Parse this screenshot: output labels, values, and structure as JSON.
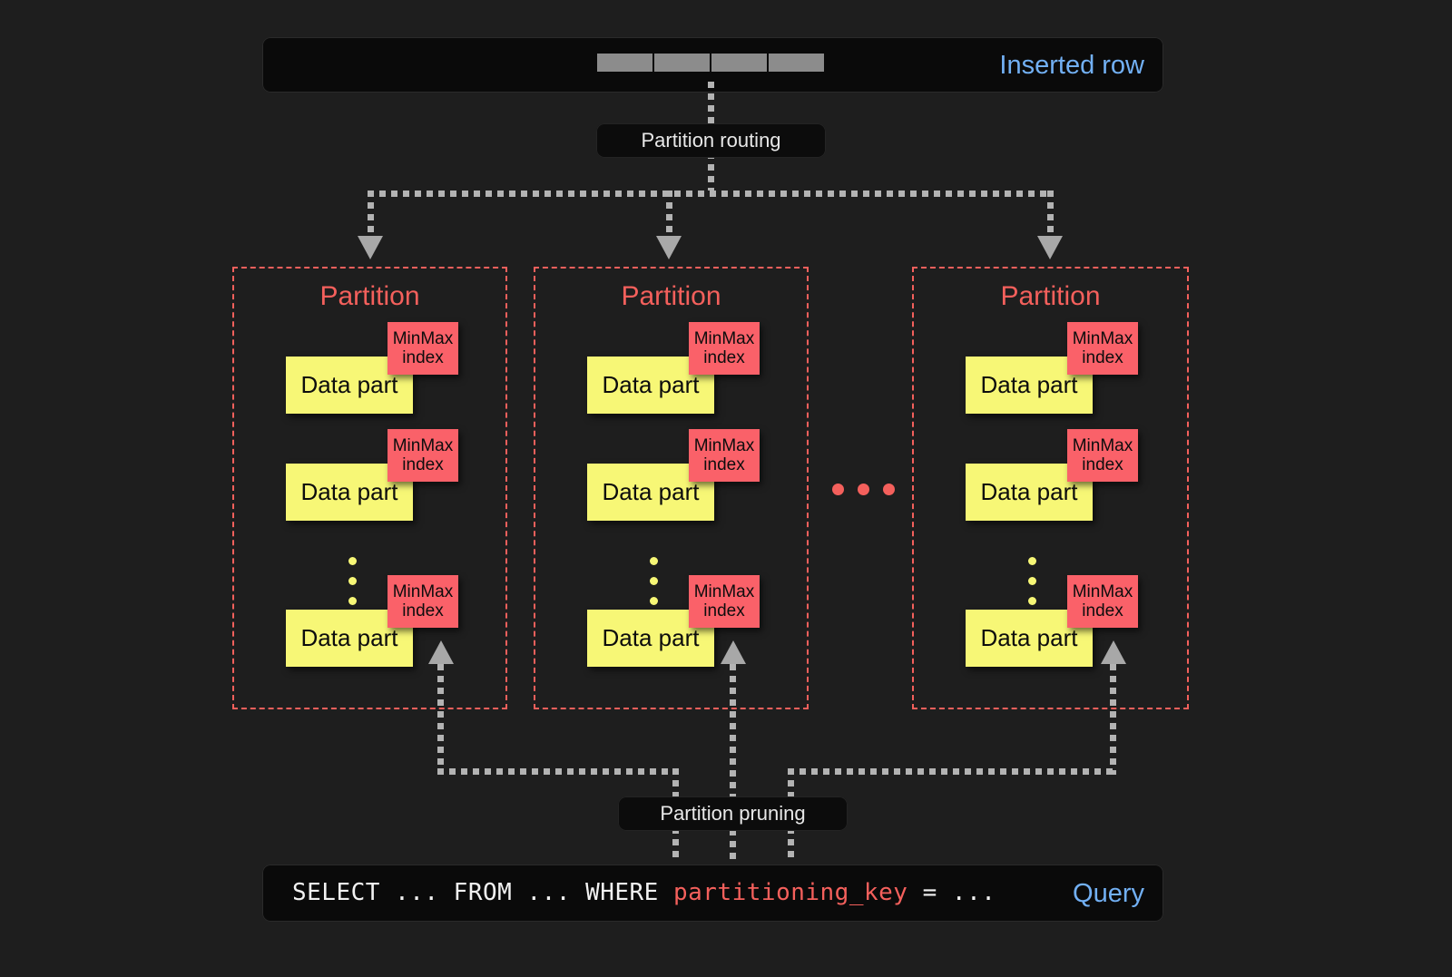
{
  "diagram": {
    "title": "Partitioning with MinMax index and partition pruning",
    "background_color": "#1e1e1e",
    "accent_colors": {
      "partition_red": "#f4605c",
      "minmax_red": "#fa6169",
      "data_part_yellow": "#f7f776",
      "label_blue": "#72b0f4",
      "connector_grey": "#b3b3b3",
      "bar_black": "#0a0a0a"
    }
  },
  "inserted_row": {
    "label": "Inserted row",
    "cell_count": 4,
    "cells": [
      "",
      "",
      "",
      ""
    ]
  },
  "routing": {
    "label": "Partition routing"
  },
  "pruning": {
    "label": "Partition pruning"
  },
  "query": {
    "label": "Query",
    "sql_prefix": "SELECT ... FROM ... WHERE ",
    "sql_key": "partitioning_key",
    "sql_suffix": " = ...",
    "full_text": "SELECT ... FROM ... WHERE partitioning_key = ..."
  },
  "partitions": [
    {
      "title": "Partition",
      "parts": [
        {
          "data_label": "Data part",
          "index_label": "MinMax\nindex"
        },
        {
          "data_label": "Data part",
          "index_label": "MinMax\nindex"
        },
        {
          "data_label": "Data part",
          "index_label": "MinMax\nindex"
        }
      ],
      "ellipsis_dots": 3
    },
    {
      "title": "Partition",
      "parts": [
        {
          "data_label": "Data part",
          "index_label": "MinMax\nindex"
        },
        {
          "data_label": "Data part",
          "index_label": "MinMax\nindex"
        },
        {
          "data_label": "Data part",
          "index_label": "MinMax\nindex"
        }
      ],
      "ellipsis_dots": 3
    },
    {
      "title": "Partition",
      "parts": [
        {
          "data_label": "Data part",
          "index_label": "MinMax\nindex"
        },
        {
          "data_label": "Data part",
          "index_label": "MinMax\nindex"
        },
        {
          "data_label": "Data part",
          "index_label": "MinMax\nindex"
        }
      ],
      "ellipsis_dots": 3
    }
  ],
  "between_partitions_ellipsis": 3,
  "labels": {
    "data_part": "Data part",
    "minmax_line1": "MinMax",
    "minmax_line2": "index",
    "partition": "Partition"
  }
}
